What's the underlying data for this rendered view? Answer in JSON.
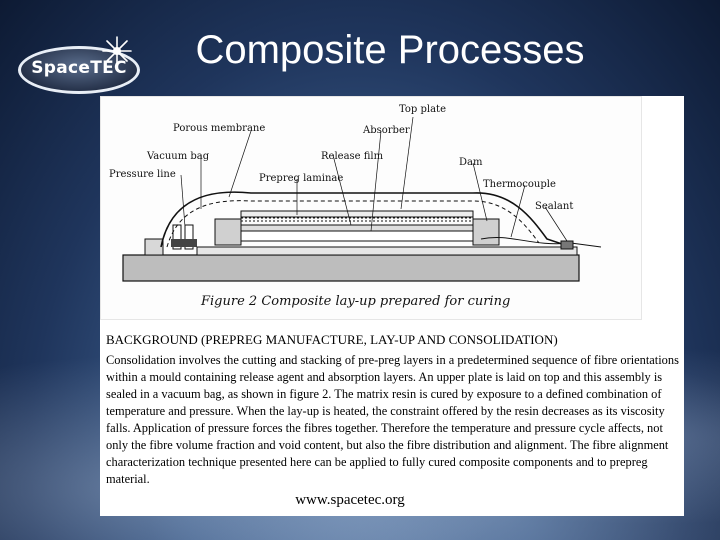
{
  "logo": {
    "text": "SpaceTEC"
  },
  "slide": {
    "title": "Composite Processes"
  },
  "figure": {
    "labels": {
      "top_plate": "Top plate",
      "porous_membrane": "Porous membrane",
      "absorber": "Absorber",
      "vacuum_bag": "Vacuum bag",
      "release_film": "Release film",
      "pressure_line": "Pressure line",
      "prepreg_laminae": "Prepreg laminae",
      "dam": "Dam",
      "thermocouple": "Thermocouple",
      "sealant": "Sealant"
    },
    "caption": "Figure 2   Composite lay-up prepared for curing"
  },
  "section": {
    "heading": "BACKGROUND (PREPREG MANUFACTURE, LAY-UP AND CONSOLIDATION)",
    "body": "Consolidation involves the cutting and stacking of pre-preg layers in a predetermined sequence of fibre orientations within a mould containing release agent and absorption layers. An upper plate is laid on top and this assembly is sealed in a vacuum bag, as shown in figure 2. The matrix resin is cured by exposure to a defined combination of temperature and pressure. When the lay-up is heated, the constraint offered by the resin decreases as its viscosity falls. Application of pressure forces the fibres together. Therefore the temperature and pressure cycle affects, not only the fibre volume fraction and void content, but also the fibre distribution and alignment. The fibre alignment characterization technique presented here can be applied to fully cured composite components and to prepreg material."
  },
  "footer": {
    "url": "www.spacetec.org"
  }
}
